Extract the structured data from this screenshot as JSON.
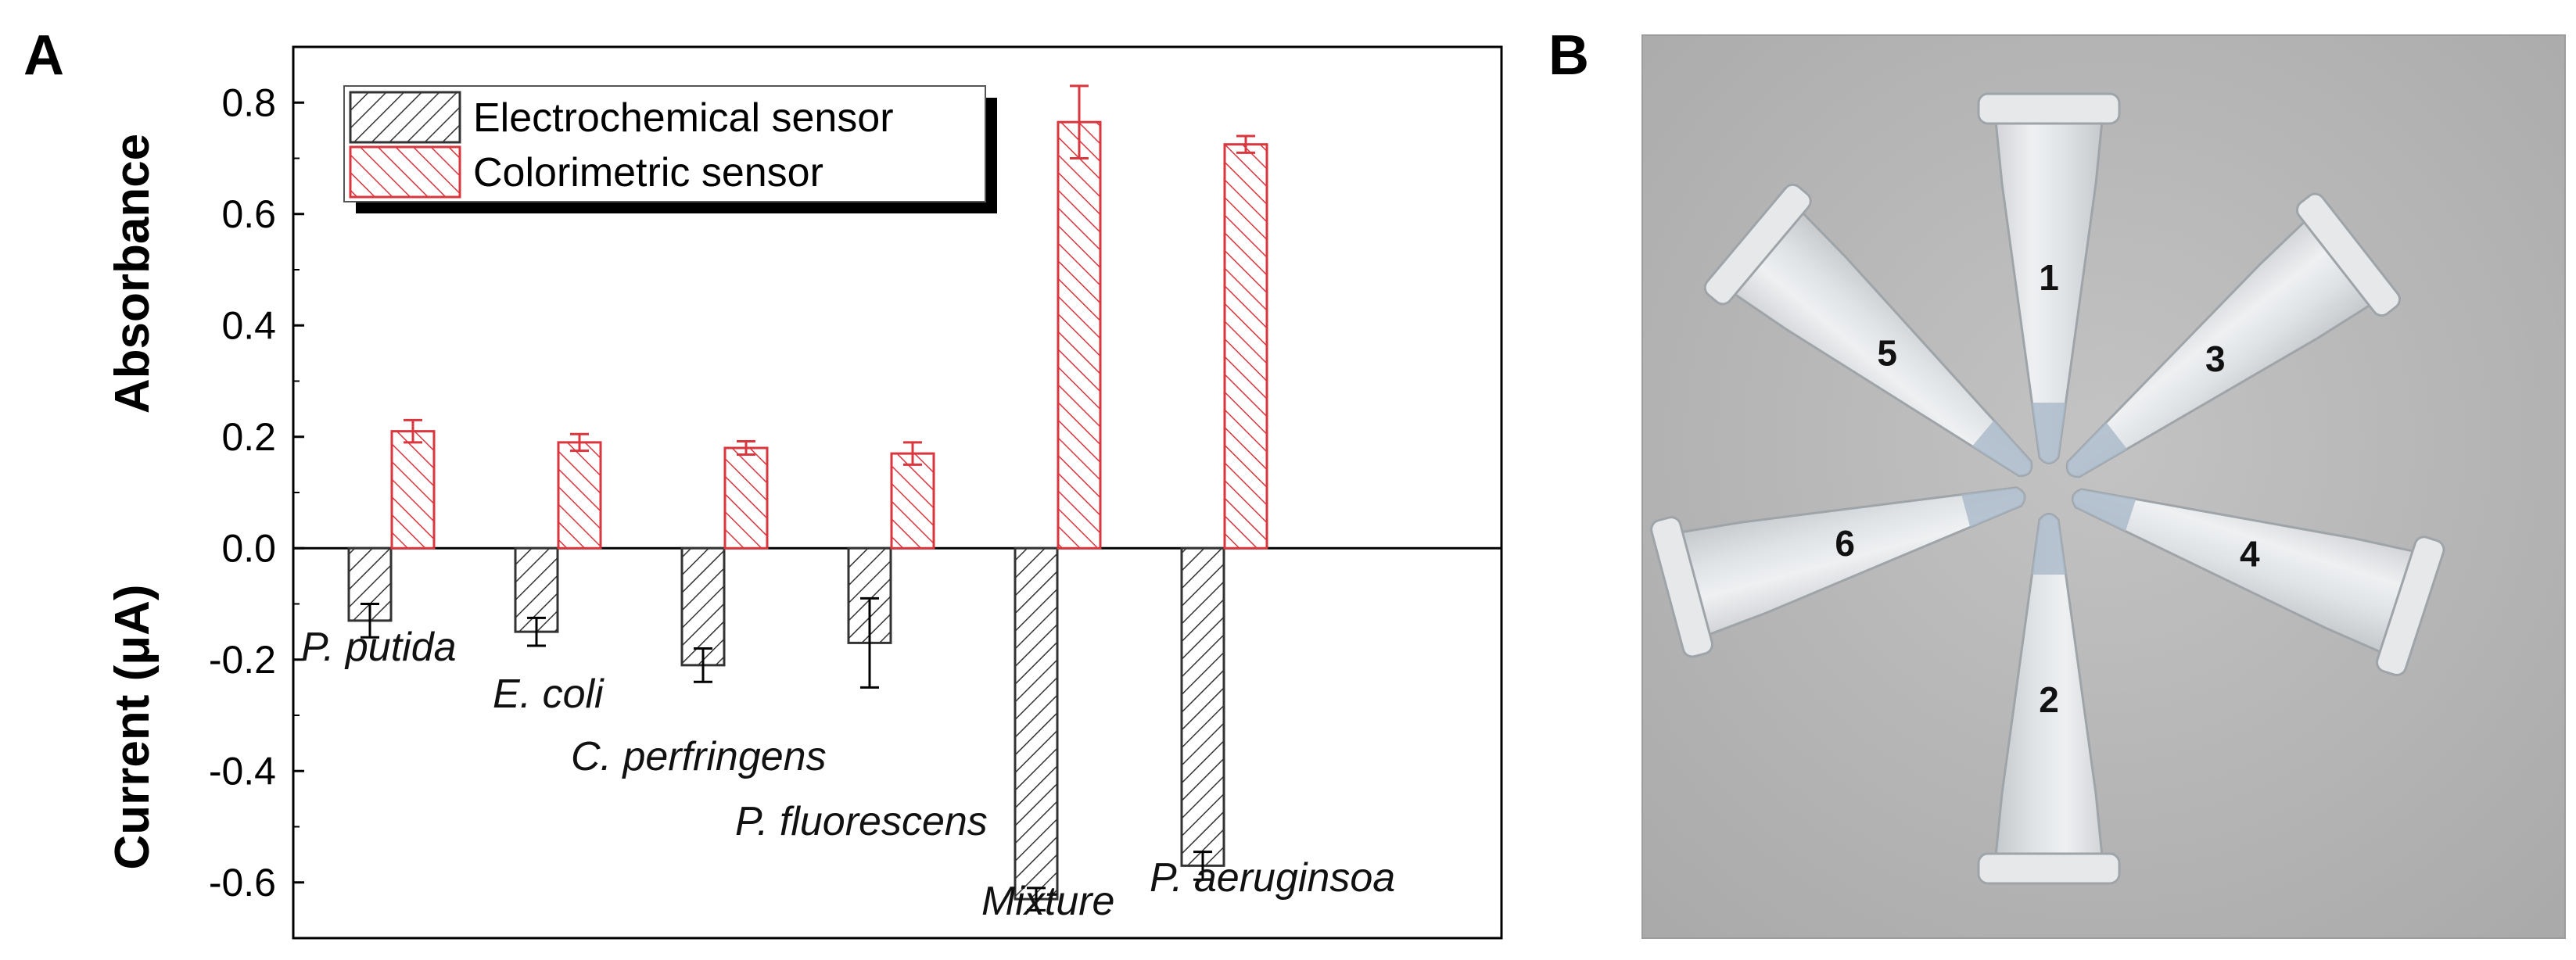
{
  "panels": {
    "a_label": "A",
    "b_label": "B"
  },
  "chart_data": {
    "type": "bar",
    "categories": [
      "P. putida",
      "E. coli",
      "C. perfringens",
      "P. fluorescens",
      "Mixture",
      "P. aeruginsoa"
    ],
    "series": [
      {
        "name": "Electrochemical sensor",
        "values": [
          -0.13,
          -0.15,
          -0.21,
          -0.17,
          -0.63,
          -0.57
        ],
        "errors": [
          0.03,
          0.025,
          0.03,
          0.08,
          0.02,
          0.025
        ],
        "color": "#333333"
      },
      {
        "name": "Colorimetric sensor",
        "values": [
          0.21,
          0.19,
          0.18,
          0.17,
          0.765,
          0.725
        ],
        "errors": [
          0.02,
          0.015,
          0.012,
          0.02,
          0.065,
          0.015
        ],
        "color": "#d9363e"
      }
    ],
    "ylabel_top": "Absorbance",
    "ylabel_bottom": "Current (μA)",
    "ylim": [
      -0.7,
      0.9
    ],
    "yticks": [
      {
        "v": 0.8,
        "label": "0.8"
      },
      {
        "v": 0.6,
        "label": "0.6"
      },
      {
        "v": 0.4,
        "label": "0.4"
      },
      {
        "v": 0.2,
        "label": "0.2"
      },
      {
        "v": 0.0,
        "label": "0.0"
      },
      {
        "v": -0.2,
        "label": "-0.2"
      },
      {
        "v": -0.4,
        "label": "-0.4"
      },
      {
        "v": -0.6,
        "label": "-0.6"
      }
    ],
    "legend_position": "top-left",
    "grid": false
  },
  "photo": {
    "tube_numbers": [
      "1",
      "2",
      "3",
      "4",
      "5",
      "6"
    ],
    "background_color": "#b9b9b9"
  }
}
